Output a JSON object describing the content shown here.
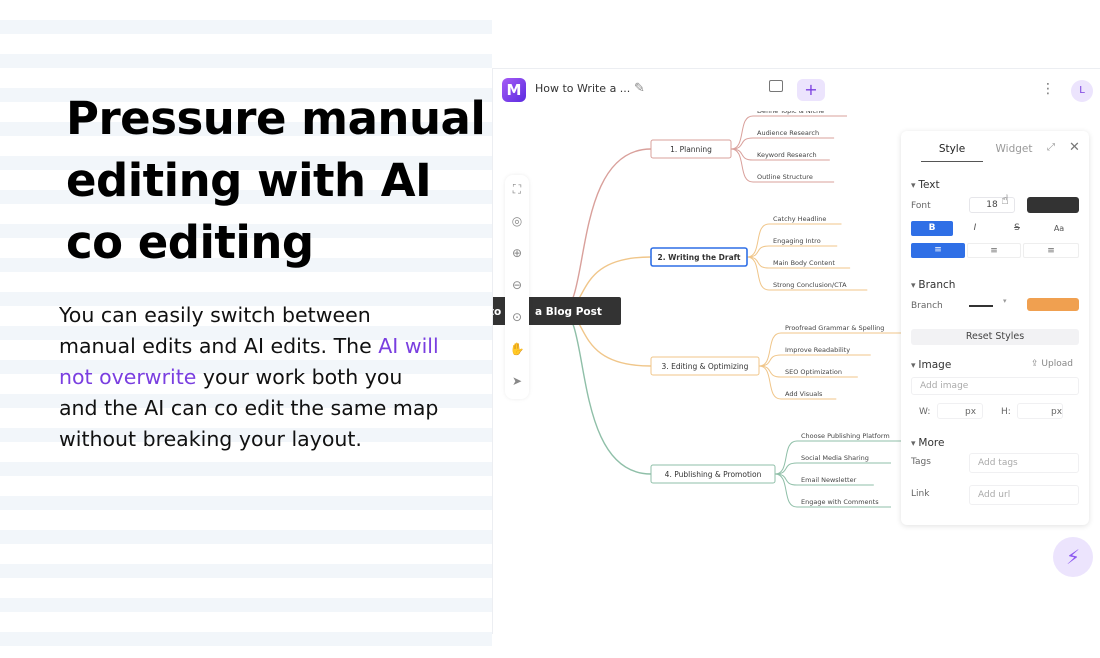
{
  "marketing": {
    "headline": "Pressure manual editing with AI co editing",
    "body_before": "You can easily switch between manual edits and AI edits. The ",
    "body_highlight": "AI will not overwrite",
    "body_after": " your work both you and the AI can co edit the same map without breaking your layout."
  },
  "app": {
    "logo_glyph": "M",
    "doc_title": "How to Write a ...",
    "plus_label": "+",
    "kebab": "⋮",
    "avatar_initial": "L"
  },
  "toolbar_icons": [
    "fit-screen-icon",
    "locate-icon",
    "zoom-in-icon",
    "zoom-out-icon",
    "zoom-reset-icon",
    "hand-icon",
    "pointer-icon"
  ],
  "mindmap": {
    "root_prefix": "to",
    "root": "a Blog Post",
    "branches": [
      {
        "label": "1. Planning",
        "color": "#d9a09b",
        "leaves": [
          "Define Topic & Niche",
          "Audience Research",
          "Keyword Research",
          "Outline Structure"
        ]
      },
      {
        "label": "2. Writing the Draft",
        "color": "#f0c68a",
        "leaves": [
          "Catchy Headline",
          "Engaging Intro",
          "Main Body Content",
          "Strong Conclusion/CTA"
        ]
      },
      {
        "label": "3. Editing & Optimizing",
        "color": "#f0c68a",
        "leaves": [
          "Proofread Grammar & Spelling",
          "Improve Readability",
          "SEO Optimization",
          "Add Visuals"
        ]
      },
      {
        "label": "4. Publishing & Promotion",
        "color": "#8fbfa8",
        "leaves": [
          "Choose Publishing Platform",
          "Social Media Sharing",
          "Email Newsletter",
          "Engage with Comments"
        ]
      }
    ]
  },
  "panel": {
    "tabs": {
      "style": "Style",
      "widget": "Widget"
    },
    "text_section": "Text",
    "font_label": "Font",
    "font_size": "18",
    "font_color": "#333333",
    "bold": "B",
    "italic": "I",
    "strike": "S",
    "case": "Aa",
    "branch_section": "Branch",
    "branch_label": "Branch",
    "branch_color": "#f0a050",
    "reset_label": "Reset Styles",
    "image_section": "Image",
    "upload_label": "Upload",
    "add_image": "Add image",
    "w_label": "W:",
    "h_label": "H:",
    "px_w": "px",
    "px_h": "px",
    "more_section": "More",
    "tags_label": "Tags",
    "tags_placeholder": "Add tags",
    "link_label": "Link",
    "link_placeholder": "Add url"
  },
  "colors": {
    "accent": "#7a3fe0",
    "accent_soft": "#ece4fd",
    "active_blue": "#2f6fe6"
  }
}
